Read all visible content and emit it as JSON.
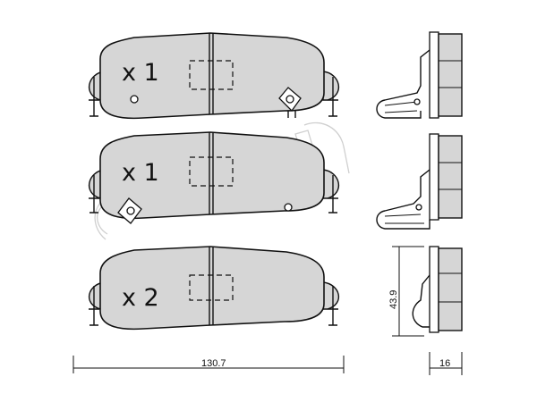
{
  "pads": [
    {
      "quantity_label": "x 1"
    },
    {
      "quantity_label": "x 1"
    },
    {
      "quantity_label": "x 2"
    }
  ],
  "dimensions": {
    "width": "130.7",
    "height": "43.9",
    "thickness": "16"
  },
  "watermark": {
    "text": "cifam"
  },
  "colors": {
    "pad_fill": "#d6d6d6",
    "outline": "#111111",
    "watermark": "#cfcfcf"
  }
}
